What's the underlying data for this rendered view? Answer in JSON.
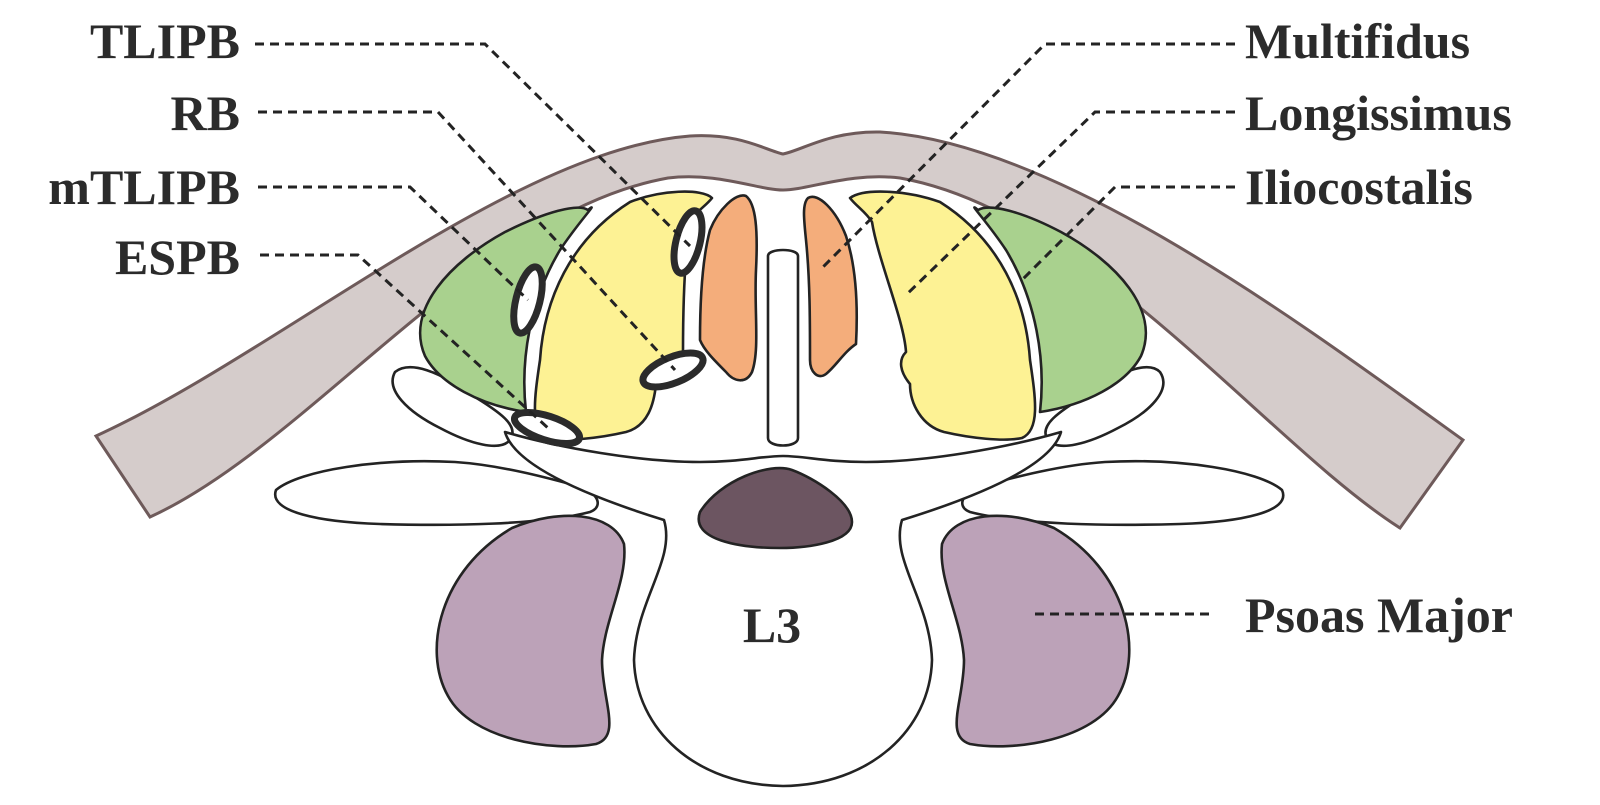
{
  "vertebra_label": "L3",
  "block_labels": {
    "tlipb": "TLIPB",
    "rb": "RB",
    "mtlipb": "mTLIPB",
    "espb": "ESPB"
  },
  "muscle_labels": {
    "multifidus": "Multifidus",
    "longissimus": "Longissimus",
    "iliocostalis": "Iliocostalis",
    "psoas_major": "Psoas Major"
  },
  "colors": {
    "skin": "#d5cccb",
    "skin_outline": "#6e5a5a",
    "multifidus": "#f4ad7b",
    "longissimus": "#fdf294",
    "iliocostalis": "#a9d18e",
    "psoas_major": "#bca2b8",
    "spinal_canal": "#6c5561",
    "bone": "#ffffff",
    "label_text": "#2b2b2b"
  }
}
